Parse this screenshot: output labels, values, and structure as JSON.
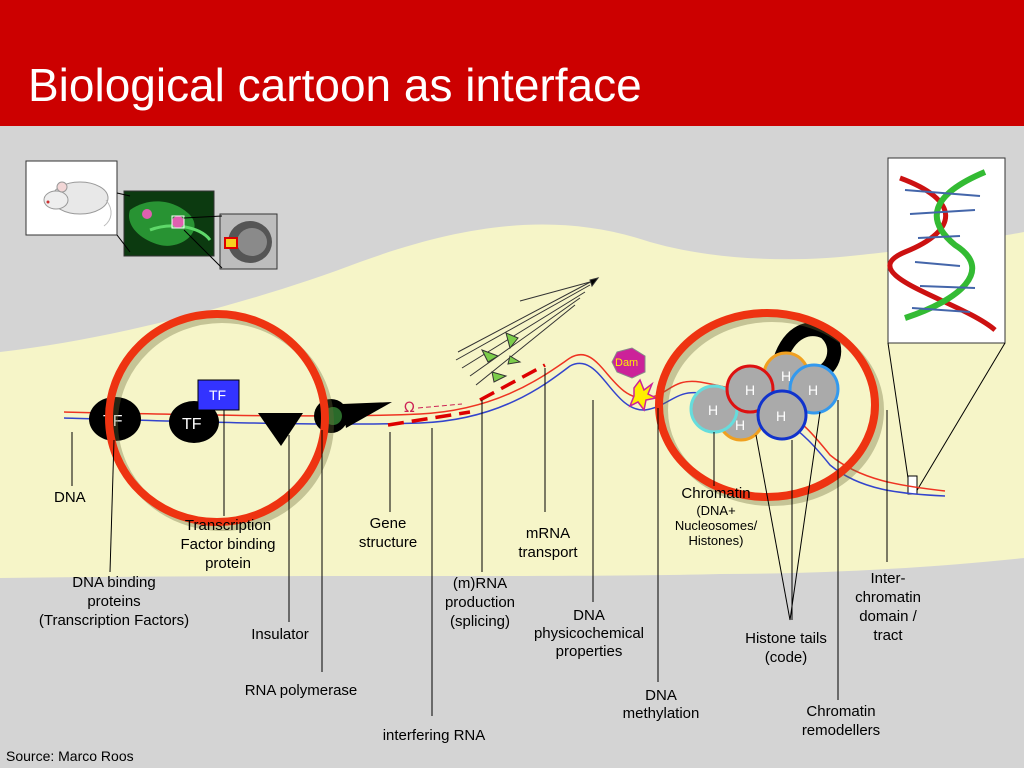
{
  "slide": {
    "title": "Biological cartoon as interface",
    "source": "Source: Marco Roos"
  },
  "markers": {
    "tf": "TF",
    "h": "H",
    "dam": "Dam"
  },
  "labels": {
    "dna": "DNA",
    "dna_binding_1": "DNA binding",
    "dna_binding_2": "proteins",
    "dna_binding_3": "(Transcription Factors)",
    "tfbp_1": "Transcription",
    "tfbp_2": "Factor binding",
    "tfbp_3": "protein",
    "insulator": "Insulator",
    "rna_pol": "RNA polymerase",
    "gene_1": "Gene",
    "gene_2": "structure",
    "mrna_prod_1": "(m)RNA",
    "mrna_prod_2": "production",
    "mrna_prod_3": "(splicing)",
    "irna": "interfering RNA",
    "mrna_tr_1": "mRNA",
    "mrna_tr_2": "transport",
    "dna_phys_1": "DNA",
    "dna_phys_2": "physicochemical",
    "dna_phys_3": "properties",
    "dna_meth_1": "DNA",
    "dna_meth_2": "methylation",
    "chromatin_1": "Chromatin",
    "chromatin_2": "(DNA+",
    "chromatin_3": "Nucleosomes/",
    "chromatin_4": "Histones)",
    "histone_1": "Histone tails",
    "histone_2": "(code)",
    "remod_1": "Chromatin",
    "remod_2": "remodellers",
    "inter_1": "Inter-",
    "inter_2": "chromatin",
    "inter_3": "domain /",
    "inter_4": "tract"
  },
  "colors": {
    "header": "#cc0000",
    "background": "#d4d4d4",
    "cell": "#f6f5c8",
    "circle": "#ee3311",
    "tf_box": "#3333ff"
  },
  "icons": {
    "mouse": "mouse-photo",
    "cells": "cell-micrograph",
    "nucleus": "nucleus-micrograph",
    "helix": "dna-double-helix"
  }
}
